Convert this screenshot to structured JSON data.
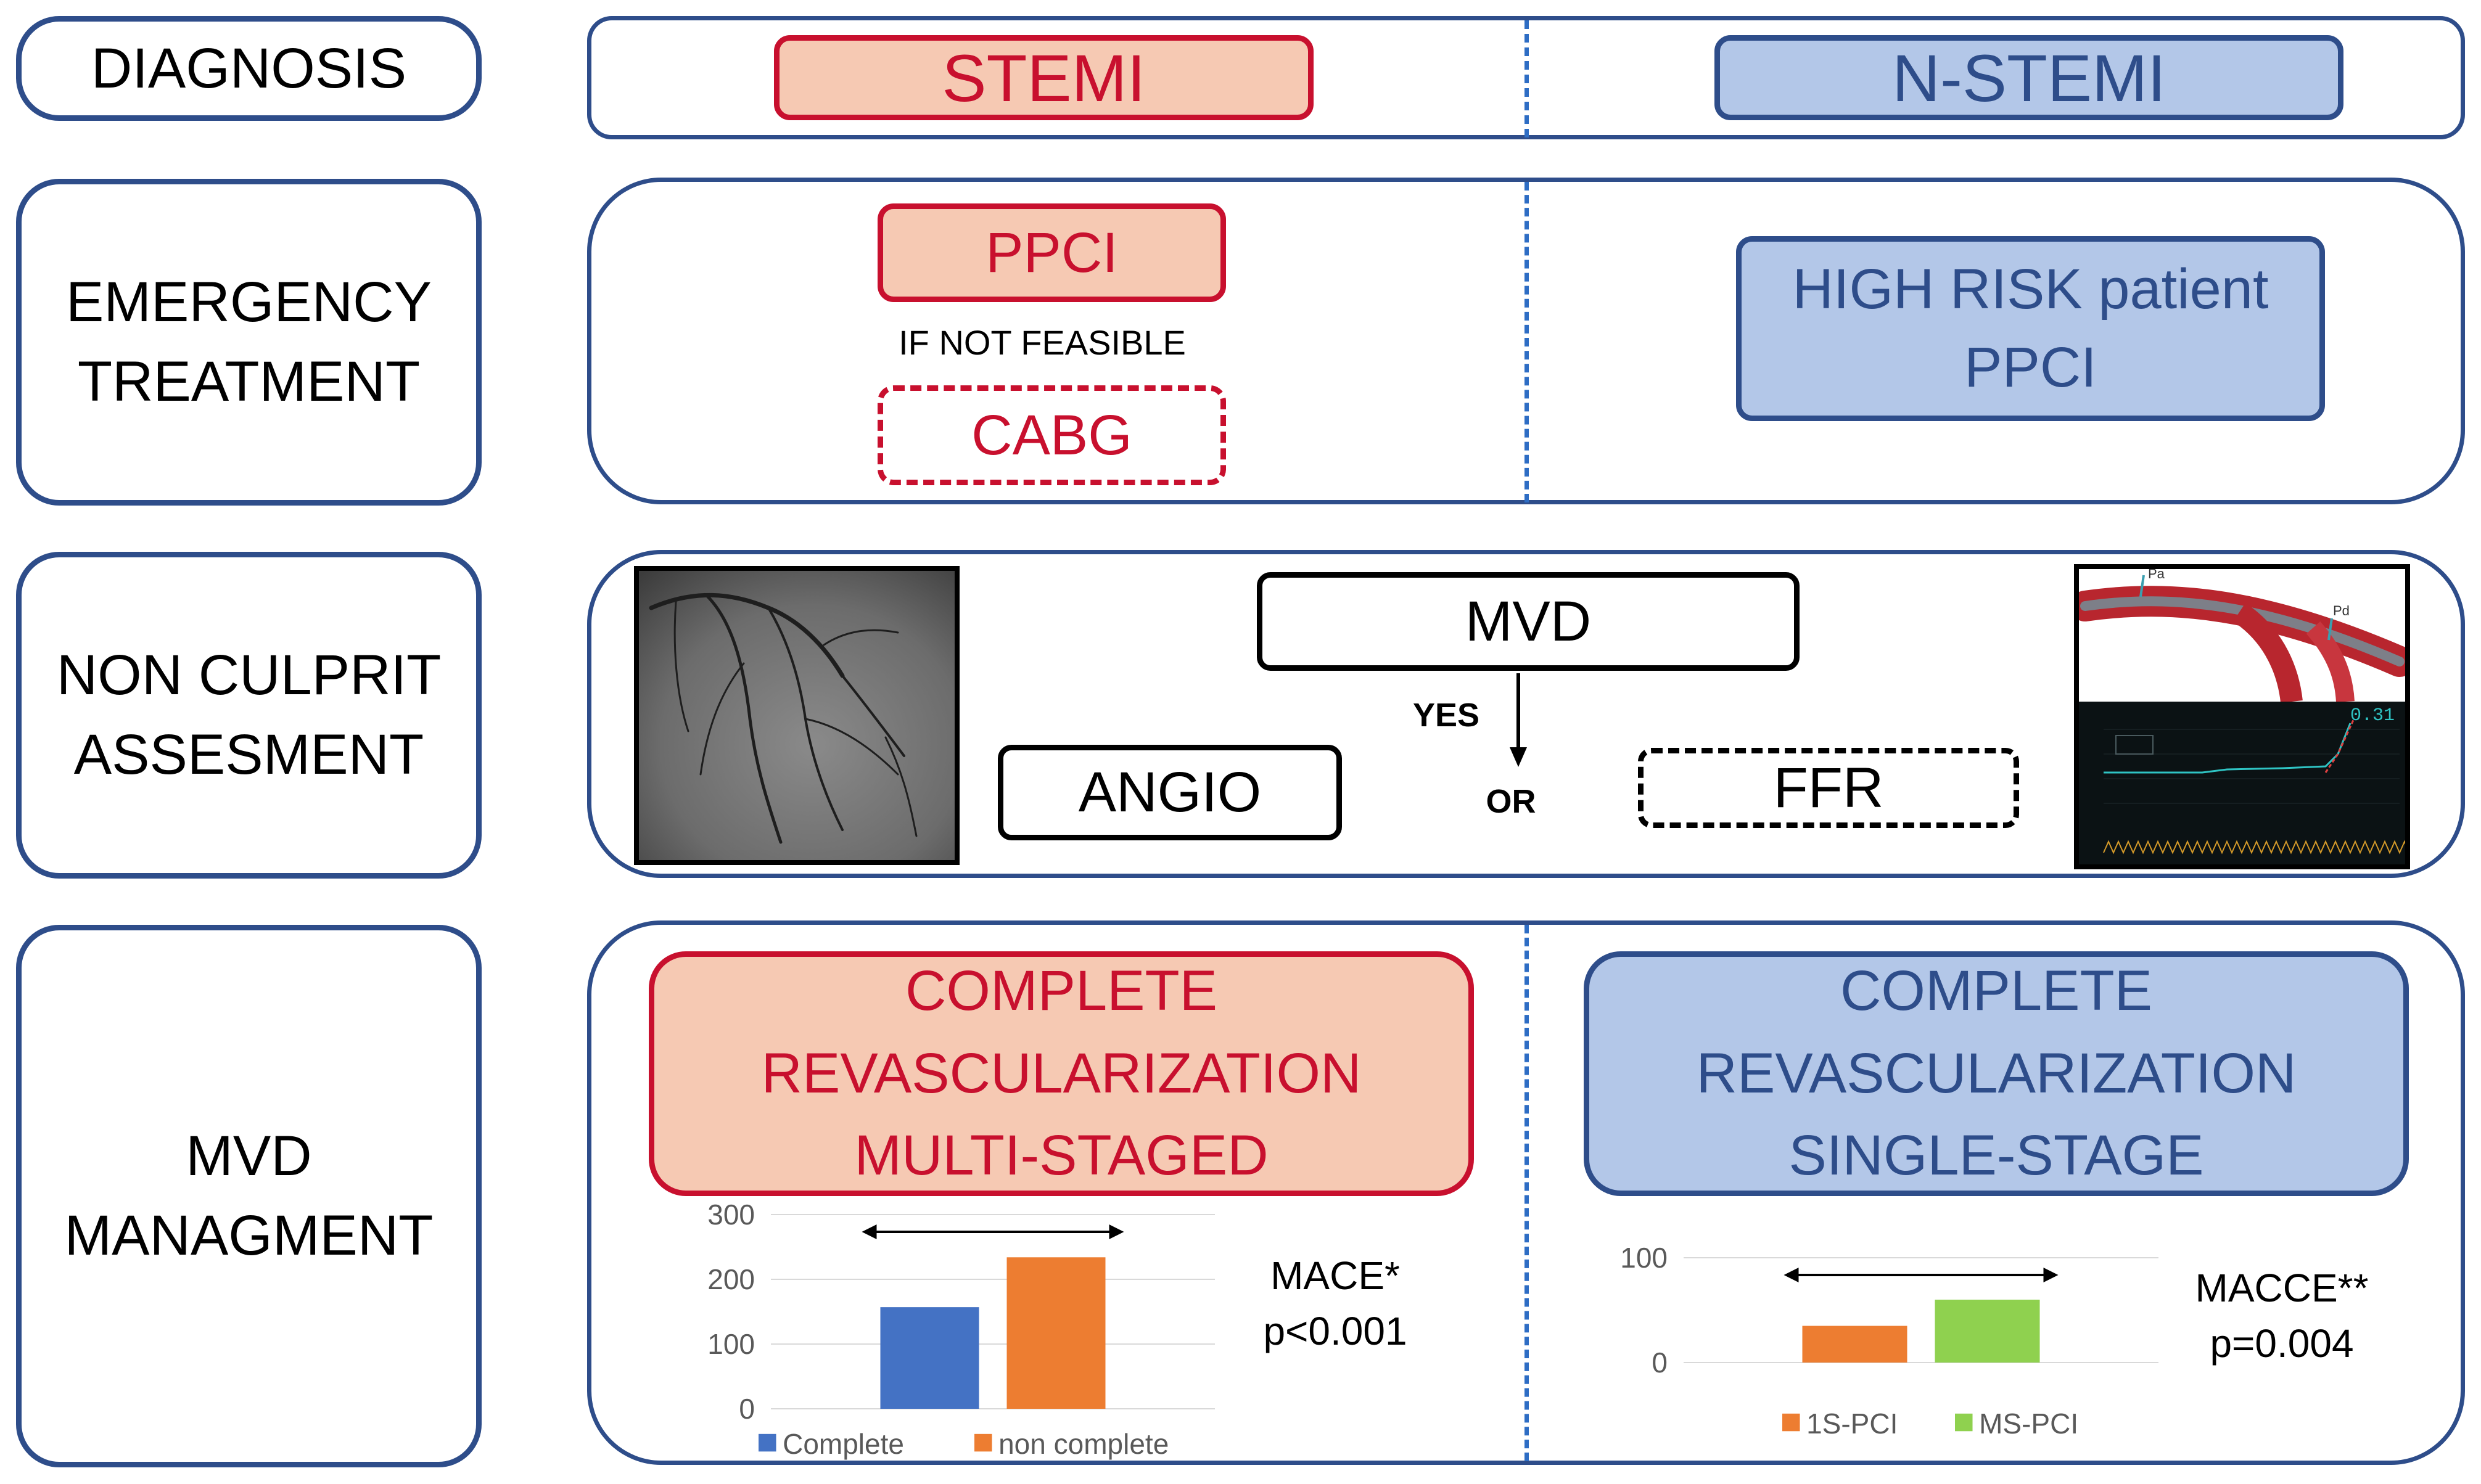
{
  "rows": {
    "diagnosis": "DIAGNOSIS",
    "emergency": [
      "EMERGENCY",
      "TREATMENT"
    ],
    "non_culprit": [
      "NON CULPRIT",
      "ASSESMENT"
    ],
    "mvd_management": [
      "MVD",
      "MANAGMENT"
    ]
  },
  "diagnosis": {
    "stemi": "STEMI",
    "nstemi": "N-STEMI"
  },
  "emergency": {
    "ppci": "PPCI",
    "if_not_feasible": "IF NOT FEASIBLE",
    "cabg": "CABG",
    "high_risk": [
      "HIGH RISK patient",
      "PPCI"
    ]
  },
  "assessment": {
    "mvd": "MVD",
    "yes": "YES",
    "or": "OR",
    "angio": "ANGIO",
    "ffr": "FFR",
    "ffr_readout": "0.31",
    "pa_label": "Pa",
    "pd_label": "Pd"
  },
  "management": {
    "stemi_box": [
      "COMPLETE",
      "REVASCULARIZATION",
      "MULTI-STAGED"
    ],
    "nstemi_box": [
      "COMPLETE",
      "REVASCULARIZATION",
      "SINGLE-STAGE"
    ],
    "stemi_stat": [
      "MACE*",
      "p<0.001"
    ],
    "nstemi_stat": [
      "MACCE**",
      "p=0.004"
    ]
  },
  "colors": {
    "stemi_fill": "#f6c9b3",
    "stemi_border": "#c8102e",
    "nstemi_fill": "#b3c7e8",
    "nstemi_border": "#2e4d8a",
    "bar_blue": "#4472c4",
    "bar_orange": "#ed7d31",
    "bar_green": "#8fd14f"
  },
  "chart_data": [
    {
      "type": "bar",
      "categories": [
        "Complete",
        "non complete"
      ],
      "values": [
        157,
        234
      ],
      "series": [
        {
          "name": "Complete",
          "values": [
            157
          ]
        },
        {
          "name": "non complete",
          "values": [
            234
          ]
        }
      ],
      "ylim": [
        0,
        300
      ],
      "yticks": [
        0,
        100,
        200,
        300
      ],
      "legend": "bottom",
      "grid": true
    },
    {
      "type": "bar",
      "categories": [
        "1S-PCI",
        "MS-PCI"
      ],
      "values": [
        35,
        60
      ],
      "series": [
        {
          "name": "1S-PCI",
          "values": [
            35
          ]
        },
        {
          "name": "MS-PCI",
          "values": [
            60
          ]
        }
      ],
      "ylim": [
        0,
        100
      ],
      "yticks": [
        0,
        100
      ],
      "legend": "bottom",
      "grid": true
    }
  ]
}
